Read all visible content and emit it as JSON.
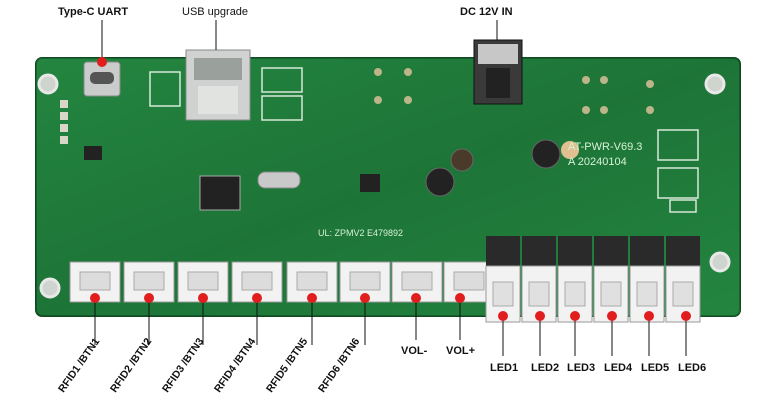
{
  "top_labels": {
    "uart": "Type-C UART",
    "usb": "USB  upgrade",
    "dc": "DC 12V IN"
  },
  "board_silkscreen": {
    "model": "AT-PWR-V69.3",
    "date": "A 20240104",
    "ul": "UL: ZPMV2 E479892"
  },
  "bottom_labels": [
    "RFID1 /BTN1",
    "RFID2 /BTN2",
    "RFID3 /BTN3",
    "RFID4 /BTN4",
    "RFID5 /BTN5",
    "RFID6 /BTN6"
  ],
  "vol_labels": [
    "VOL-",
    "VOL+"
  ],
  "led_labels": [
    "LED1",
    "LED2",
    "LED3",
    "LED4",
    "LED5",
    "LED6"
  ],
  "colors": {
    "pcb": "#1f7a3a",
    "pcb_dark": "#155c2b",
    "marker": "#e11d1d",
    "connector": "#f2f2f2"
  }
}
